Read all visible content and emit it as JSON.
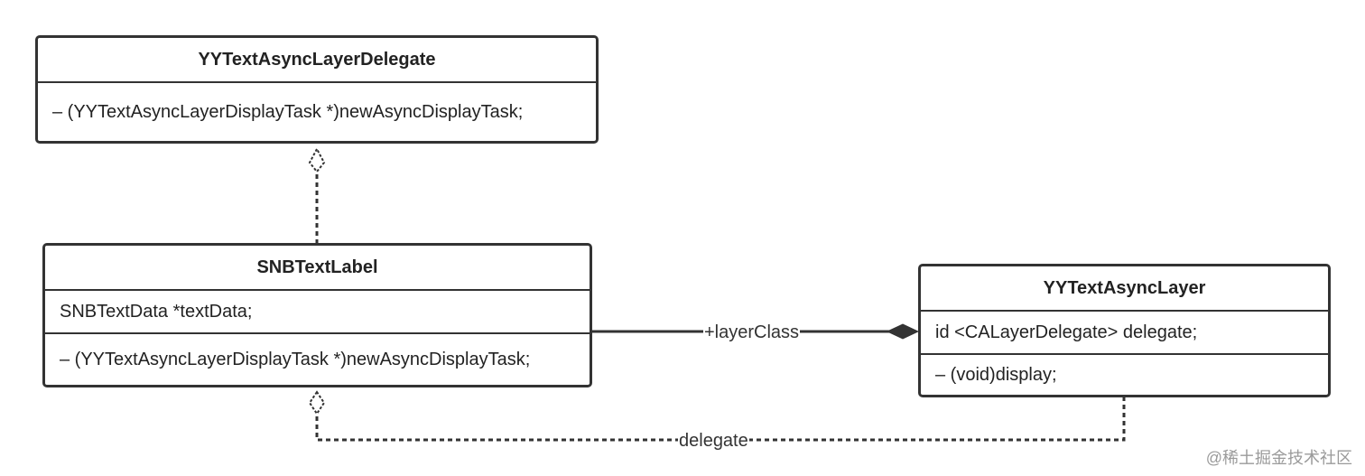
{
  "classes": {
    "delegate_protocol": {
      "name": "YYTextAsyncLayerDelegate",
      "methods": [
        "– (YYTextAsyncLayerDisplayTask *)newAsyncDisplayTask;"
      ]
    },
    "label": {
      "name": "SNBTextLabel",
      "attributes": [
        "SNBTextData *textData;"
      ],
      "methods": [
        "– (YYTextAsyncLayerDisplayTask *)newAsyncDisplayTask;"
      ]
    },
    "layer": {
      "name": "YYTextAsyncLayer",
      "attributes": [
        "id <CALayerDelegate> delegate;"
      ],
      "methods": [
        "– (void)display;"
      ]
    }
  },
  "relations": {
    "layer_class_label": "+layerClass",
    "delegate_label": "delegate"
  },
  "watermark": "@稀土掘金技术社区"
}
